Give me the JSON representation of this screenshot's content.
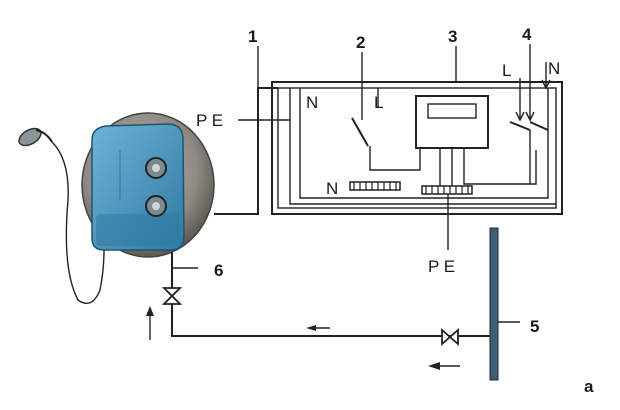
{
  "callouts": {
    "n1": "1",
    "n2": "2",
    "n3": "3",
    "n4": "4",
    "n5": "5",
    "n6": "6",
    "corner": "a"
  },
  "wire_labels": {
    "pe_left": "P E",
    "pe_bottom": "P E",
    "n_top": "N",
    "n_busbar": "N",
    "l_switch": "L",
    "l_breaker": "L",
    "n_breaker": "N"
  },
  "colors": {
    "heater_body": "#3f8fb8",
    "heater_disc": "#8f8a82",
    "pipe": "#3e5f74",
    "line": "#222222"
  },
  "icons": [
    "shower-head-icon",
    "valve-icon",
    "flow-arrow-icon"
  ]
}
